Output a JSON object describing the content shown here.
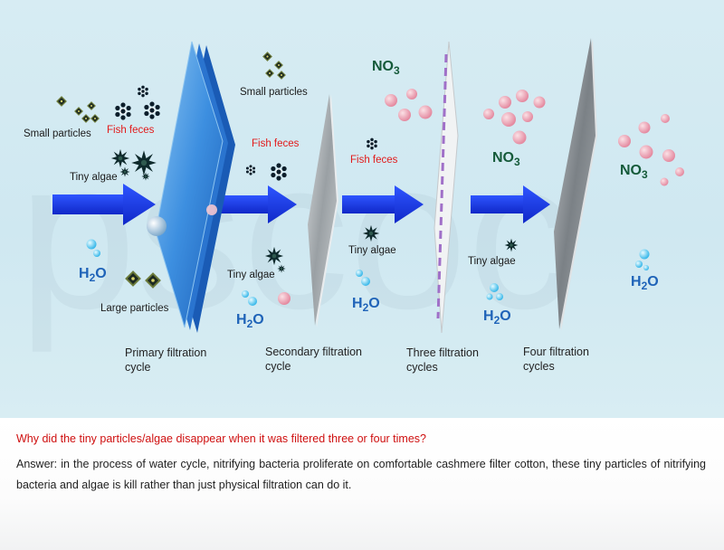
{
  "watermark": "pscoc",
  "stages": [
    {
      "label_line1": "Primary filtration",
      "label_line2": "cycle"
    },
    {
      "label_line1": "Secondary filtration",
      "label_line2": "cycle"
    },
    {
      "label_line1": "Three filtration",
      "label_line2": "cycles"
    },
    {
      "label_line1": "Four filtration",
      "label_line2": "cycles"
    }
  ],
  "labels": {
    "small_particles_1": "Small particles",
    "fish_feces_1": "Fish feces",
    "tiny_algae_1": "Tiny algae",
    "large_particles": "Large particles",
    "small_particles_2": "Small particles",
    "fish_feces_2": "Fish feces",
    "tiny_algae_2": "Tiny algae",
    "fish_feces_3": "Fish feces",
    "tiny_algae_3": "Tiny algae",
    "tiny_algae_4": "Tiny algae"
  },
  "formulas": {
    "no3_base": "NO",
    "no3_sub": "3",
    "h2o_h": "H",
    "h2o_sub": "2",
    "h2o_o": "O"
  },
  "qa": {
    "question": "Why did the tiny particles/algae disappear when it was filtered three or four times?",
    "answer": "Answer: in the process of water cycle, nitrifying bacteria proliferate on comfortable cashmere filter cotton, these tiny particles of nitrifying bacteria and algae is kill rather than just physical filtration can do it."
  },
  "colors": {
    "arrow": "#1535e0",
    "filter1": "#2b7fd6",
    "filter_gray": "#8f9599",
    "filter3_stripe": "#a070c8",
    "label_red": "#e21a1a",
    "no3": "#155a3a",
    "h2o": "#1f63b8",
    "question": "#cf1010"
  },
  "icons": {
    "particle": "diamond-dot-icon",
    "feces": "flower-cluster-icon",
    "algae": "starburst-icon",
    "nitrate": "pink-bubble-icon",
    "water": "blue-bubble-icon"
  }
}
